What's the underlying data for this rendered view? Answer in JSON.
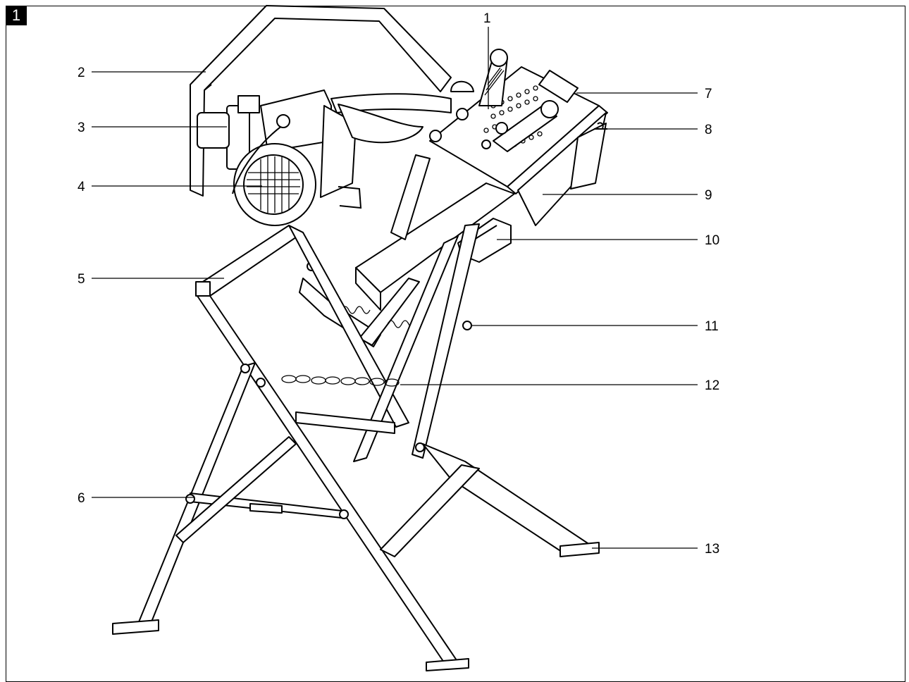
{
  "figure": {
    "number": "1"
  },
  "callouts": [
    {
      "id": "1",
      "text": "1"
    },
    {
      "id": "2",
      "text": "2"
    },
    {
      "id": "3",
      "text": "3"
    },
    {
      "id": "4",
      "text": "4"
    },
    {
      "id": "5",
      "text": "5"
    },
    {
      "id": "6",
      "text": "6"
    },
    {
      "id": "7",
      "text": "7"
    },
    {
      "id": "8",
      "text": "8"
    },
    {
      "id": "9",
      "text": "9"
    },
    {
      "id": "10",
      "text": "10"
    },
    {
      "id": "11",
      "text": "11"
    },
    {
      "id": "12",
      "text": "12"
    },
    {
      "id": "13",
      "text": "13"
    }
  ]
}
